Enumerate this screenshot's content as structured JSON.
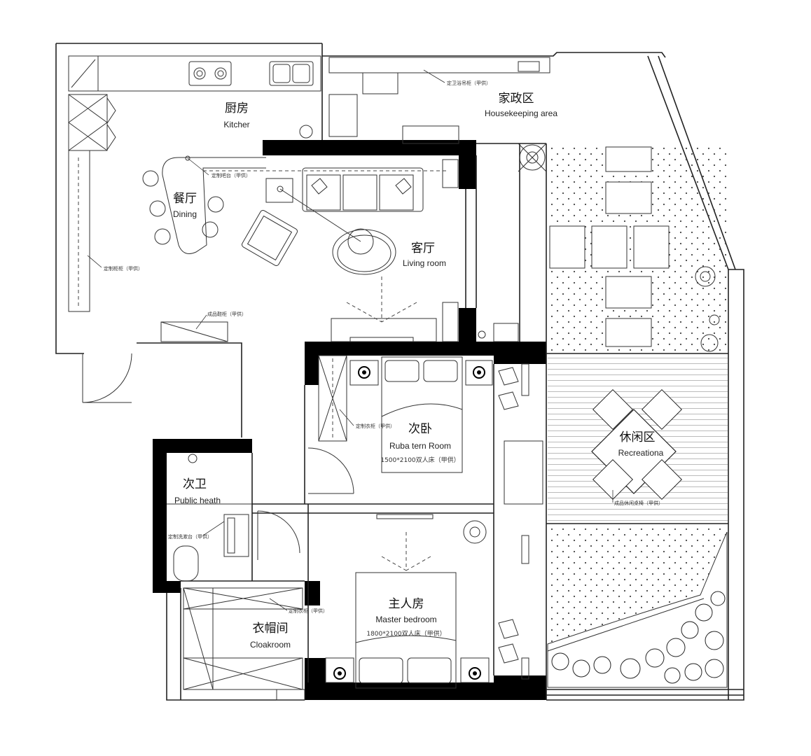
{
  "rooms": {
    "kitchen": {
      "zh": "厨房",
      "en": "Kitcher"
    },
    "dining": {
      "zh": "餐厅",
      "en": "Dining"
    },
    "living": {
      "zh": "客厅",
      "en": "Living room"
    },
    "housekeeping": {
      "zh": "家政区",
      "en": "Housekeeping area"
    },
    "second_bedroom": {
      "zh": "次卧",
      "en": "Ruba tern Room",
      "bed": "1500*2100双人床（甲供）"
    },
    "public_bath": {
      "zh": "次卫",
      "en": "Public heath"
    },
    "recreation": {
      "zh": "休闲区",
      "en": "Recreationa"
    },
    "master_bedroom": {
      "zh": "主人房",
      "en": "Master bedroom",
      "bed": "1800*2100双人床（甲供）"
    },
    "cloakroom": {
      "zh": "衣帽间",
      "en": "Cloakroom"
    }
  },
  "notes": {
    "bar": "定制吧台（甲供）",
    "cabinet_left": "定制柜柜（甲供）",
    "shoe": "成品鞋柜（甲供）",
    "laundry": "定卫浴吊柜（甲供）",
    "wardrobe2": "定制衣柜（甲供）",
    "vanity": "定制洗漱台（甲供）",
    "wardrobe_master": "定制衣柜（甲供）",
    "table": "成品休闲桌椅（甲供）"
  },
  "colors": {
    "wall": "#000000",
    "line": "#222222",
    "background": "#ffffff"
  }
}
